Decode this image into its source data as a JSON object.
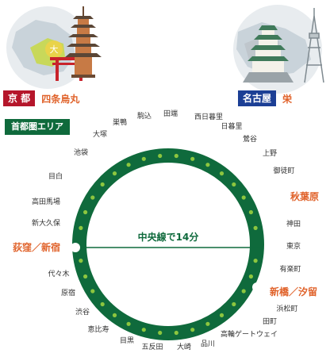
{
  "kyoto": {
    "city": "京 都",
    "station": "四条烏丸",
    "sign": "大"
  },
  "nagoya": {
    "city": "名古屋",
    "station": "栄"
  },
  "area_title": "首都圏エリア",
  "route_label": "中央線で14分",
  "colors": {
    "loop_line": "#0f6a3c",
    "stop_dot": "#8cc63f",
    "highlight_station": "#e0622a",
    "station_text": "#333333",
    "kyoto_badge": "#b5162b",
    "nagoya_badge": "#1c3f95"
  },
  "highlight_stations": [
    "秋葉原",
    "新橋／汐留",
    "荻窪／新宿"
  ],
  "stations": [
    "田端",
    "西日暮里",
    "日暮里",
    "鶯谷",
    "上野",
    "御徒町",
    "秋葉原",
    "神田",
    "東京",
    "有楽町",
    "新橋／汐留",
    "浜松町",
    "田町",
    "高輪ゲートウェイ",
    "品川",
    "大崎",
    "五反田",
    "目黒",
    "恵比寿",
    "渋谷",
    "原宿",
    "代々木",
    "荻窪／新宿",
    "新大久保",
    "高田馬場",
    "目白",
    "池袋",
    "大塚",
    "巣鴨",
    "駒込"
  ]
}
